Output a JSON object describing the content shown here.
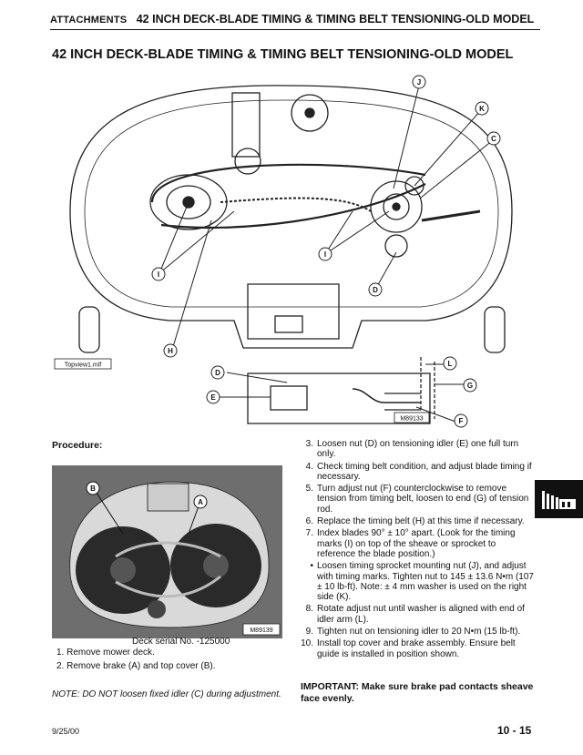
{
  "header": {
    "section": "ATTACHMENTS",
    "title": "42 INCH DECK-BLADE TIMING & TIMING BELT TENSIONING-OLD MODEL"
  },
  "page_title": "42 INCH DECK-BLADE TIMING & TIMING BELT TENSIONING-OLD MODEL",
  "figure1": {
    "topview_label": "Topview1.mif",
    "inset_label": "M89133",
    "callouts": [
      "J",
      "K",
      "C",
      "I",
      "I",
      "D",
      "H",
      "D",
      "E",
      "L",
      "G",
      "F"
    ]
  },
  "procedure_heading": "Procedure:",
  "figure2": {
    "label": "M89139",
    "callouts": [
      "B",
      "A"
    ],
    "caption": "Deck serial No. -125000"
  },
  "steps_left": [
    "1. Remove mower deck.",
    "2. Remove brake (A) and top cover (B)."
  ],
  "note": "NOTE:  DO NOT loosen fixed idler (C) during adjustment.",
  "steps_right": [
    {
      "num": "3.",
      "text": "Loosen nut (D) on tensioning idler (E) one full turn only."
    },
    {
      "num": "4.",
      "text": "Check timing belt condition, and adjust blade timing if necessary."
    },
    {
      "num": "5.",
      "text": "Turn adjust nut (F) counterclockwise to remove tension from timing belt, loosen to end (G) of tension rod."
    },
    {
      "num": "6.",
      "text": "Replace the timing belt (H) at this time if necessary."
    },
    {
      "num": "7.",
      "text": "Index blades 90° ± 10° apart. (Look for the timing marks (I) on top of the sheave or sprocket to reference the blade position.)"
    },
    {
      "num": "•",
      "text": "Loosen timing sprocket mounting nut (J), and adjust with timing marks. Tighten nut to 145 ± 13.6 N•m (107 ± 10 lb-ft). Note: ± 4 mm washer is used on the right side (K)."
    },
    {
      "num": "8.",
      "text": "Rotate adjust nut until washer is aligned with end of idler arm (L)."
    },
    {
      "num": "9.",
      "text": "Tighten nut on tensioning idler to 20 N•m (15 lb-ft)."
    },
    {
      "num": "10.",
      "text": "Install top cover and brake assembly. Ensure belt guide is installed in position shown."
    }
  ],
  "important": "IMPORTANT:    Make sure brake pad contacts sheave face evenly.",
  "footer": {
    "date": "9/25/00",
    "page": "10 - 15"
  },
  "tab_icon": "mower-deck-icon"
}
